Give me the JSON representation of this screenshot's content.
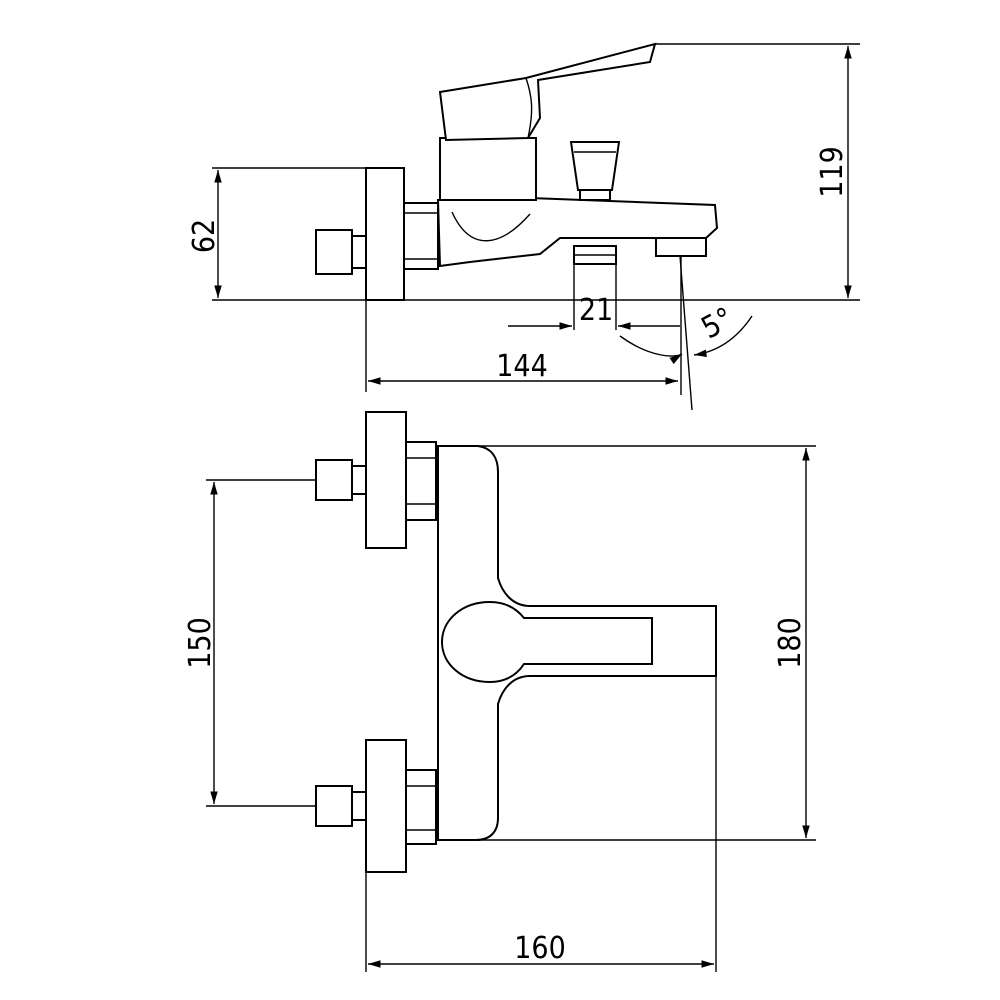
{
  "dimensions": {
    "side_height_left": "62",
    "side_height_right": "119",
    "outlet_diameter": "21",
    "spout_angle": "5°",
    "side_projection": "144",
    "top_inlet_spacing": "150",
    "top_body_length": "180",
    "top_projection": "160"
  }
}
